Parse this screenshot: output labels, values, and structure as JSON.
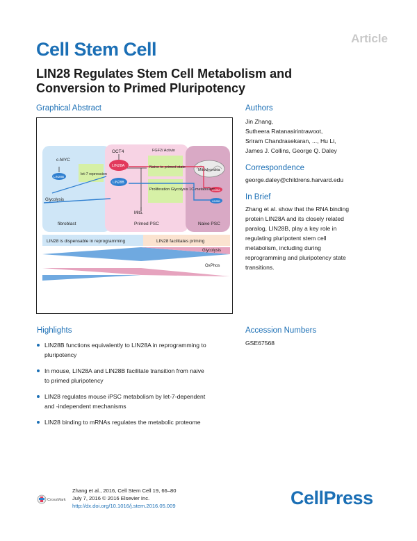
{
  "header": {
    "article_tag": "Article",
    "journal": "Cell Stem Cell",
    "title": "LIN28 Regulates Stem Cell Metabolism and Conversion to Primed Pluripotency"
  },
  "graphical_abstract": {
    "heading": "Graphical Abstract",
    "labels": {
      "cmyc": "c-MYC",
      "lin28b_left": "LIN28B",
      "let7": "let-7 repression",
      "glycolysis_left": "Glycolysis",
      "oct4": "OCT4",
      "lin28a": "LIN28A",
      "lin28b_mid": "LIN28B",
      "fgf2": "FGF2/ Activin",
      "naive_primed": "Naive to primed state",
      "proliferation": "Proliferation Glycolysis 1C-metabolism",
      "mito_mid": "Mito.",
      "mitochondria": "Mitochondria",
      "fibroblast": "fibroblast",
      "primed_psc": "Primed PSC",
      "naive_psc": "Naive PSC",
      "dispensable": "LIN28 is dispensable in reprogramming",
      "facilitates": "LIN28 facilitates priming",
      "glycolysis_bar": "Glycolysis",
      "oxphos_bar": "OxPhos",
      "lin28a_right": "LIN28A",
      "lin28b_right": "LIN28B"
    }
  },
  "authors": {
    "heading": "Authors",
    "lines": [
      "Jin Zhang,",
      "Sutheera Ratanasirintrawoot,",
      "Sriram Chandrasekaran, ..., Hu Li,",
      "James J. Collins, George Q. Daley"
    ]
  },
  "correspondence": {
    "heading": "Correspondence",
    "email": "george.daley@childrens.harvard.edu"
  },
  "in_brief": {
    "heading": "In Brief",
    "lines": [
      "Zhang et al. show that the RNA binding",
      "protein LIN28A and its closely related",
      "paralog, LIN28B, play a key role in",
      "regulating pluripotent stem cell",
      "metabolism, including during",
      "reprogramming and pluripotency state",
      "transitions."
    ]
  },
  "highlights": {
    "heading": "Highlights",
    "items": [
      [
        "LIN28B functions equivalently to LIN28A in reprogramming to",
        "pluripotency"
      ],
      [
        "In mouse, LIN28A and LIN28B facilitate transition from naive",
        "to primed pluripotency"
      ],
      [
        "LIN28 regulates mouse iPSC metabolism by let-7-dependent",
        "and -independent mechanisms"
      ],
      [
        "LIN28 binding to mRNAs regulates the metabolic proteome"
      ]
    ]
  },
  "accession": {
    "heading": "Accession Numbers",
    "value": "GSE67568"
  },
  "footer": {
    "citation": "Zhang et al., 2016, Cell Stem Cell 19, 66–80",
    "date": "July 7, 2016 © 2016 Elsevier Inc.",
    "doi": "http://dx.doi.org/10.1016/j.stem.2016.05.009",
    "crossmark": "CrossMark",
    "publisher": "CellPress"
  },
  "colors": {
    "brand_blue": "#1b6fb5",
    "fibroblast_bg": "#cfe6f7",
    "primed_bg": "#f7d3e4",
    "naive_bg": "#d9a9c5",
    "green_box": "#d6f0a6"
  }
}
